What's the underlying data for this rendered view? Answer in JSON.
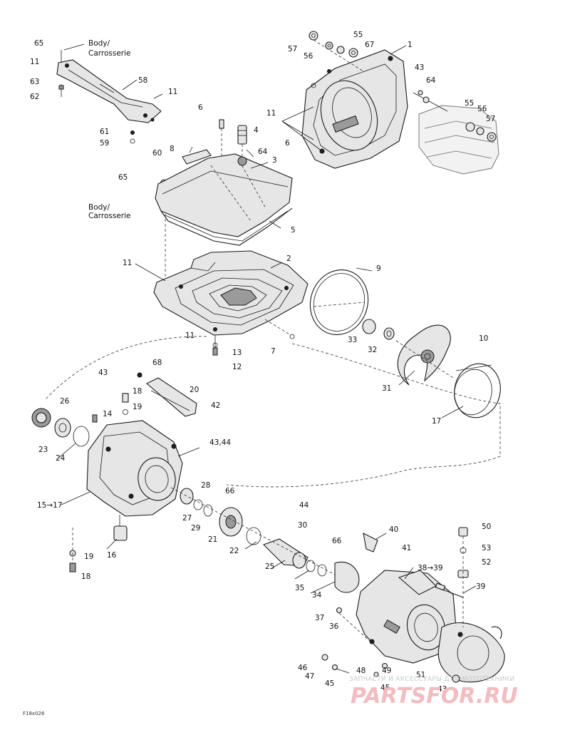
{
  "callouts": {
    "c65a": "65",
    "c11a": "11",
    "c63": "63",
    "c62": "62",
    "c58": "58",
    "c11b": "11",
    "c61": "61",
    "c59": "59",
    "c60": "60",
    "c6a": "6",
    "c4": "4",
    "c64a": "64",
    "c8": "8",
    "c3": "3",
    "c65b": "65",
    "c5": "5",
    "c11c": "11",
    "c2": "2",
    "c11d": "11",
    "c13": "13",
    "c12": "12",
    "c7": "7",
    "c57a": "57",
    "c55a": "55",
    "c56a": "56",
    "c67": "67",
    "c1": "1",
    "c43a": "43",
    "c64b": "64",
    "c11e": "11",
    "c6b": "6",
    "c55b": "55",
    "c56b": "56",
    "c57b": "57",
    "c9": "9",
    "c33": "33",
    "c32": "32",
    "c10": "10",
    "c31": "31",
    "c17a": "17",
    "c68": "68",
    "c43b": "43",
    "c18a": "18",
    "c20": "20",
    "c26": "26",
    "c14": "14",
    "c19a": "19",
    "c42": "42",
    "c23": "23",
    "c24": "24",
    "c4344": "43,44",
    "c1517": "15→17",
    "c28": "28",
    "c66a": "66",
    "c27": "27",
    "c29": "29",
    "c21": "21",
    "c44": "44",
    "c30": "30",
    "c22": "22",
    "c19b": "19",
    "c16": "16",
    "c18b": "18",
    "c40": "40",
    "c41": "41",
    "c66b": "66",
    "c50": "50",
    "c53": "53",
    "c52": "52",
    "c25": "25",
    "c3839": "38→39",
    "c39": "39",
    "c35": "35",
    "c34": "34",
    "c37": "37",
    "c36": "36",
    "c46": "46",
    "c47": "47",
    "c45a": "45",
    "c48": "48",
    "c49": "49",
    "c45b": "45",
    "c51": "51",
    "c43c": "43"
  },
  "body_label_1": "Body/",
  "body_label_2": "Carrosserie",
  "figure_code": "F18x026",
  "watermark": {
    "line1": "ЗАПЧАСТИ И АКСЕССУАРЫ ДЛЯ МОТОТЕХНИКИ",
    "line2": "PARTSFOR.RU"
  },
  "colors": {
    "ink": "#1a1a1a",
    "watermark_red": "#f2bcc0",
    "watermark_gray": "#c9c9c9"
  }
}
